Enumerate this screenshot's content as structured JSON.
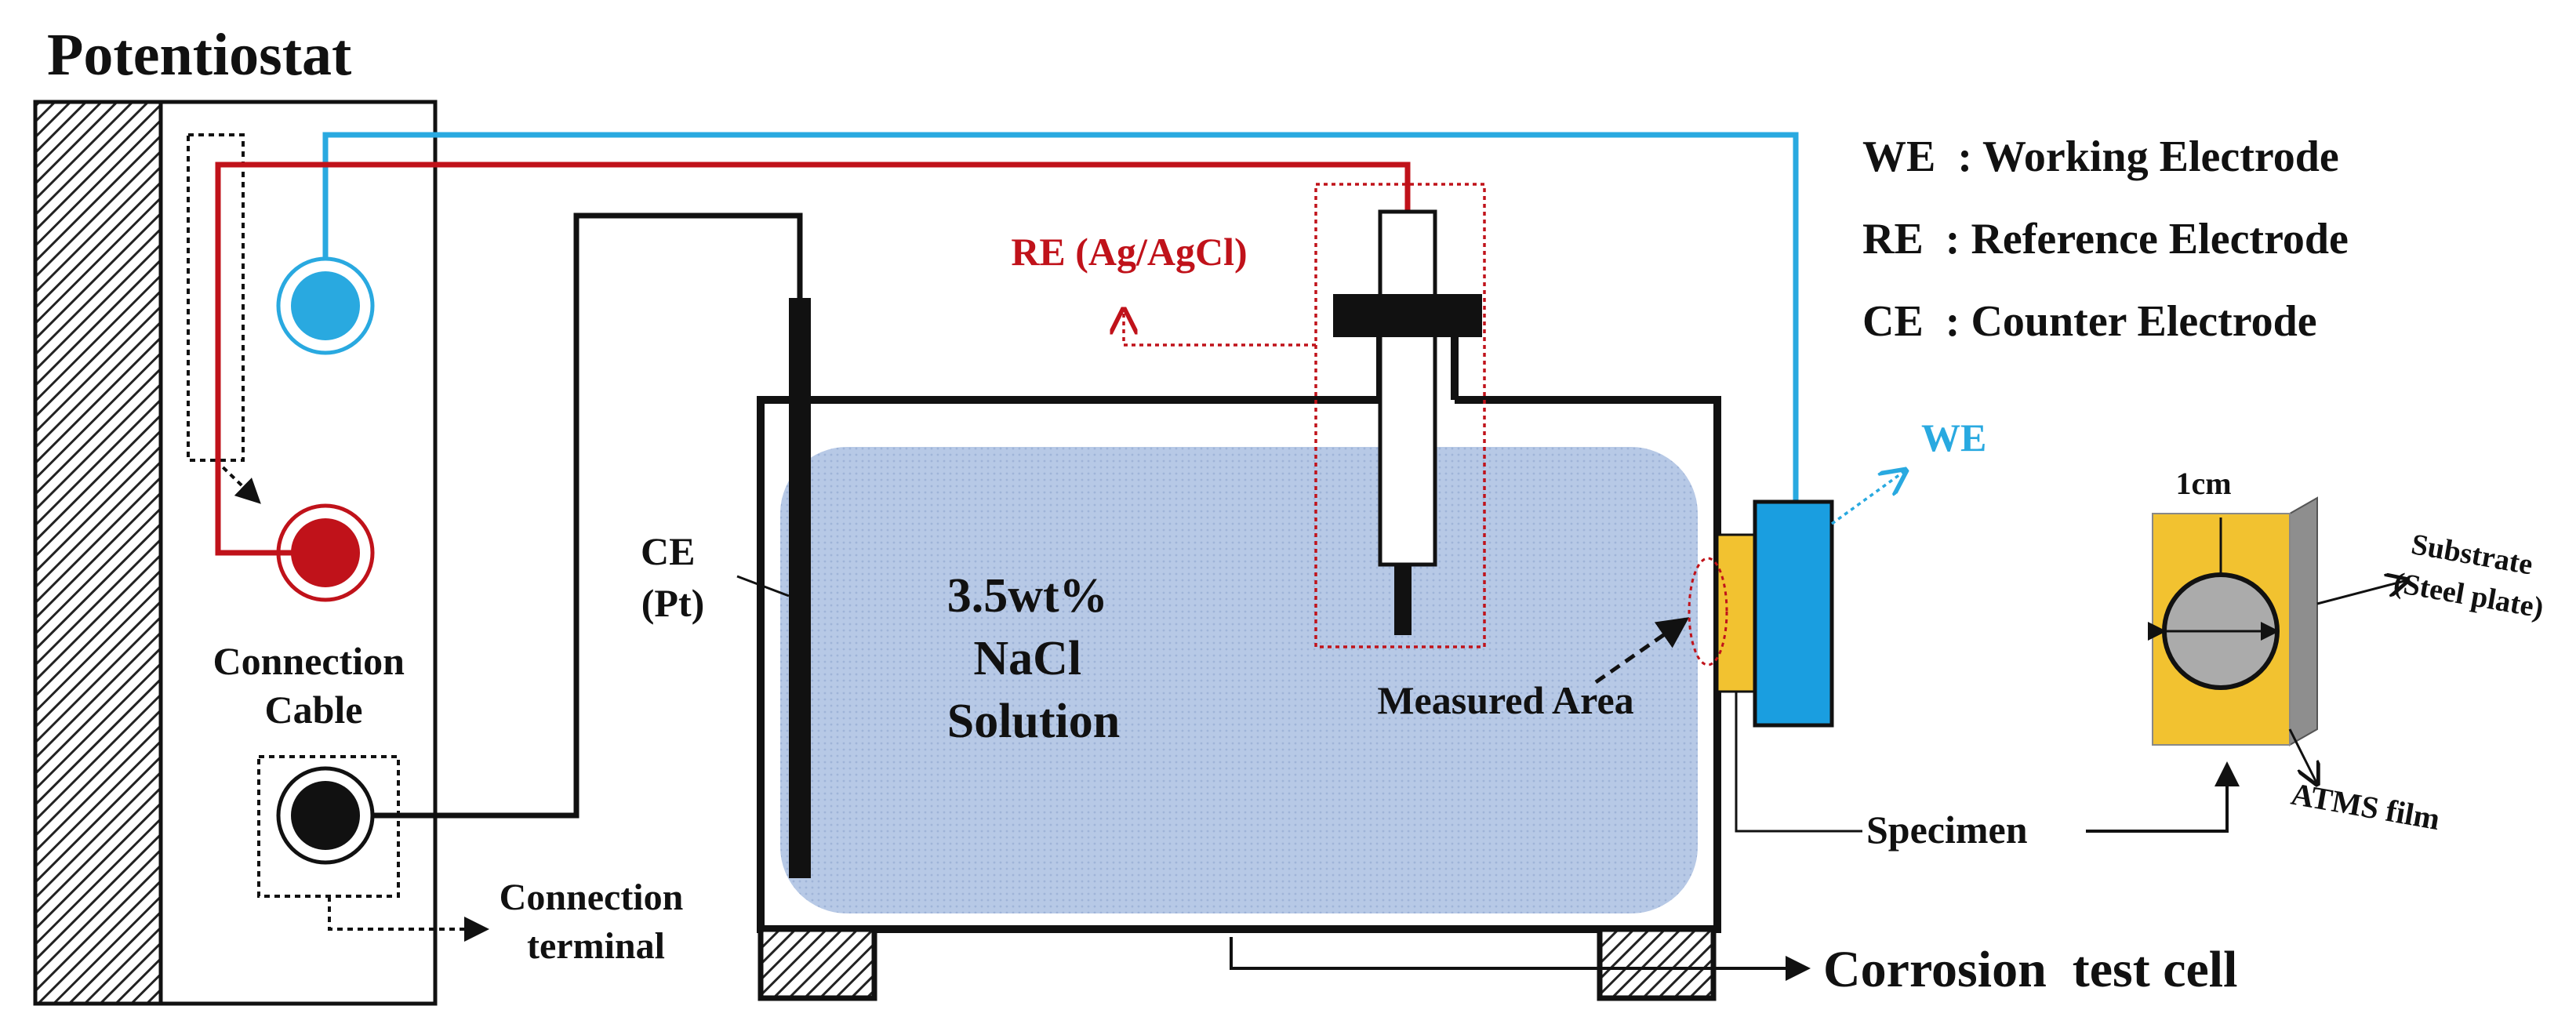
{
  "title": "Potentiostat",
  "legend": [
    {
      "abbr": "WE",
      "text": ": Working Electrode"
    },
    {
      "abbr": "RE",
      "text": ": Reference Electrode"
    },
    {
      "abbr": "CE",
      "text": ": Counter Electrode"
    }
  ],
  "labels": {
    "re": "RE (Ag/AgCl)",
    "ce_line1": "CE",
    "ce_line2": "(Pt)",
    "solution_line1": "3.5wt%",
    "solution_line2": "NaCl",
    "solution_line3": "Solution",
    "measured_area": "Measured Area",
    "we": "WE",
    "cable_line1": "Connection",
    "cable_line2": "Cable",
    "terminal_line1": "Connection",
    "terminal_line2": "terminal",
    "specimen": "Specimen",
    "cell": "Corrosion  test cell",
    "dim": "1cm",
    "substrate_line1": "Substrate",
    "substrate_line2": "(Steel plate)",
    "film": "ATMS film"
  },
  "colors": {
    "we_wire": "#29a9e0",
    "re_wire": "#c0121a",
    "ce_wire": "#111111",
    "solution": "#b7c9e6",
    "specimen": "#f2c230",
    "we_block": "#1a9ee0"
  }
}
